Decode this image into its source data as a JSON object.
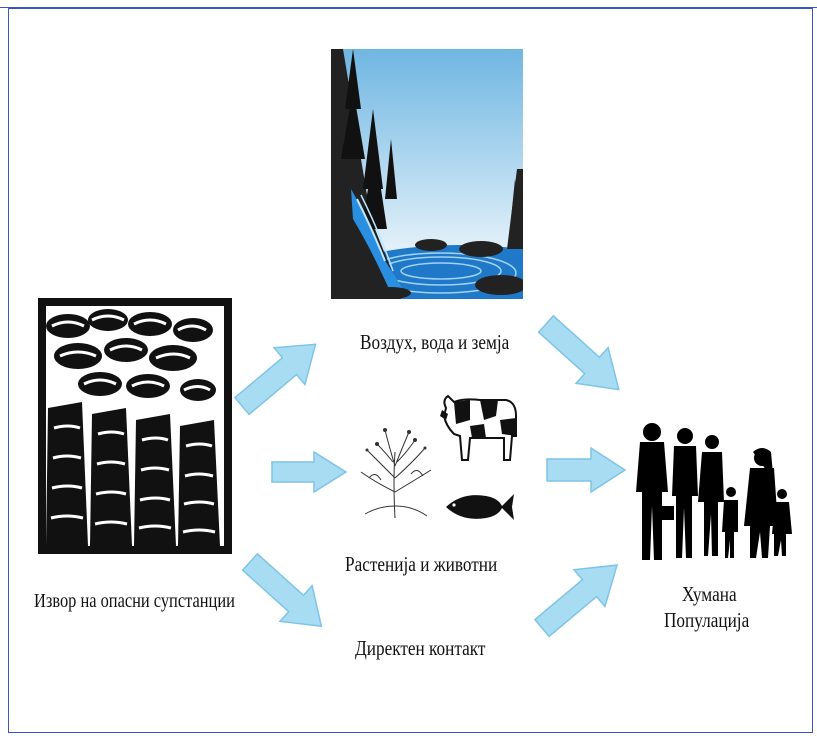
{
  "labels": {
    "air_water_soil": "Воздух, вода и земја",
    "plants_animals": "Растенија и животни",
    "direct_contact": "Директен контакт",
    "source": "Извор на опасни супстанции",
    "human_line1": "Хумана",
    "human_line2": "Популација"
  },
  "colors": {
    "arrow_fill": "#a8dcf2",
    "arrow_stroke": "#7ec4e6",
    "sky_top": "#6fb6e2",
    "sky_bottom": "#ffffff",
    "water": "#1f78c8",
    "frame_border": "#3b54c9"
  },
  "icons": [
    "factory-smokestacks-icon",
    "forest-waterfall-lake-icon",
    "cow-icon",
    "fish-icon",
    "plant-icon",
    "human-family-silhouette-icon"
  ]
}
